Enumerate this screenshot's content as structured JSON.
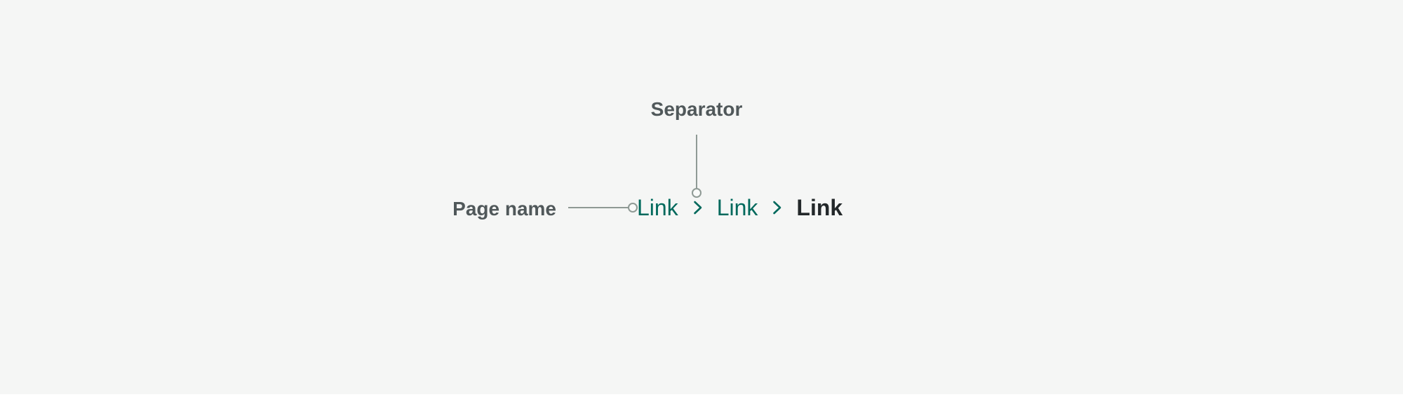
{
  "annotations": {
    "separator": {
      "label": "Separator"
    },
    "page_name": {
      "label": "Page name"
    }
  },
  "breadcrumb": {
    "links": [
      {
        "label": "Link",
        "state": "link"
      },
      {
        "label": "Link",
        "state": "link"
      },
      {
        "label": "Link",
        "state": "current-page"
      }
    ],
    "separator_icon": "chevron-right-icon"
  },
  "colors": {
    "background_panel": "#f5f6f5",
    "background_page": "#ffffff",
    "link_green": "#00695c",
    "current_page_text": "#23282a",
    "annotation_text": "#50585a",
    "annotation_line": "#8f9a95"
  }
}
